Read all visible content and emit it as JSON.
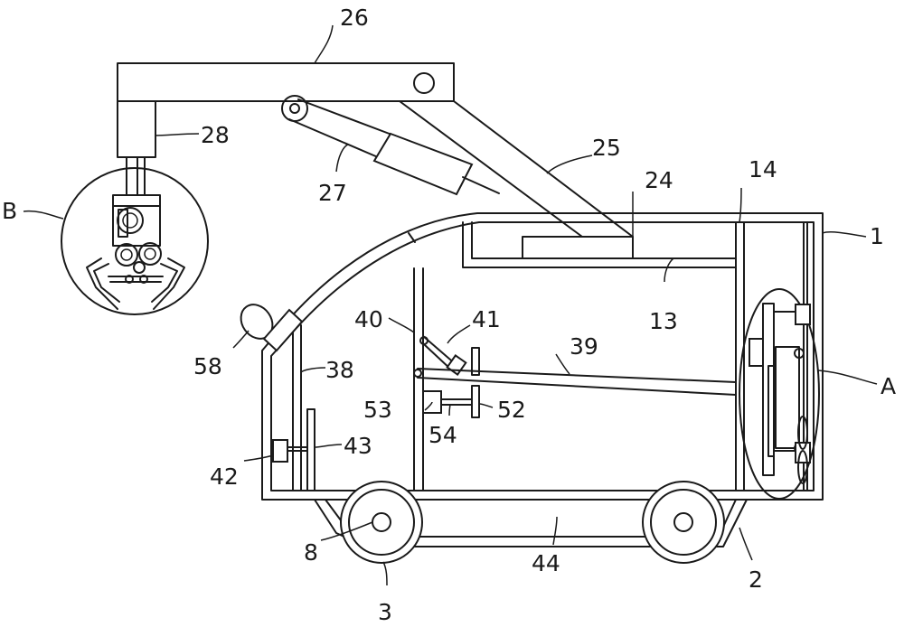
{
  "labels": {
    "n1": "1",
    "n2": "2",
    "n3": "3",
    "n8": "8",
    "n13": "13",
    "n14": "14",
    "n24": "24",
    "n25": "25",
    "n26": "26",
    "n27": "27",
    "n28": "28",
    "n38": "38",
    "n39": "39",
    "n40": "40",
    "n41": "41",
    "n42": "42",
    "n43": "43",
    "n44": "44",
    "n52": "52",
    "n53": "53",
    "n54": "54",
    "n58": "58",
    "nA": "A",
    "nB": "B"
  }
}
